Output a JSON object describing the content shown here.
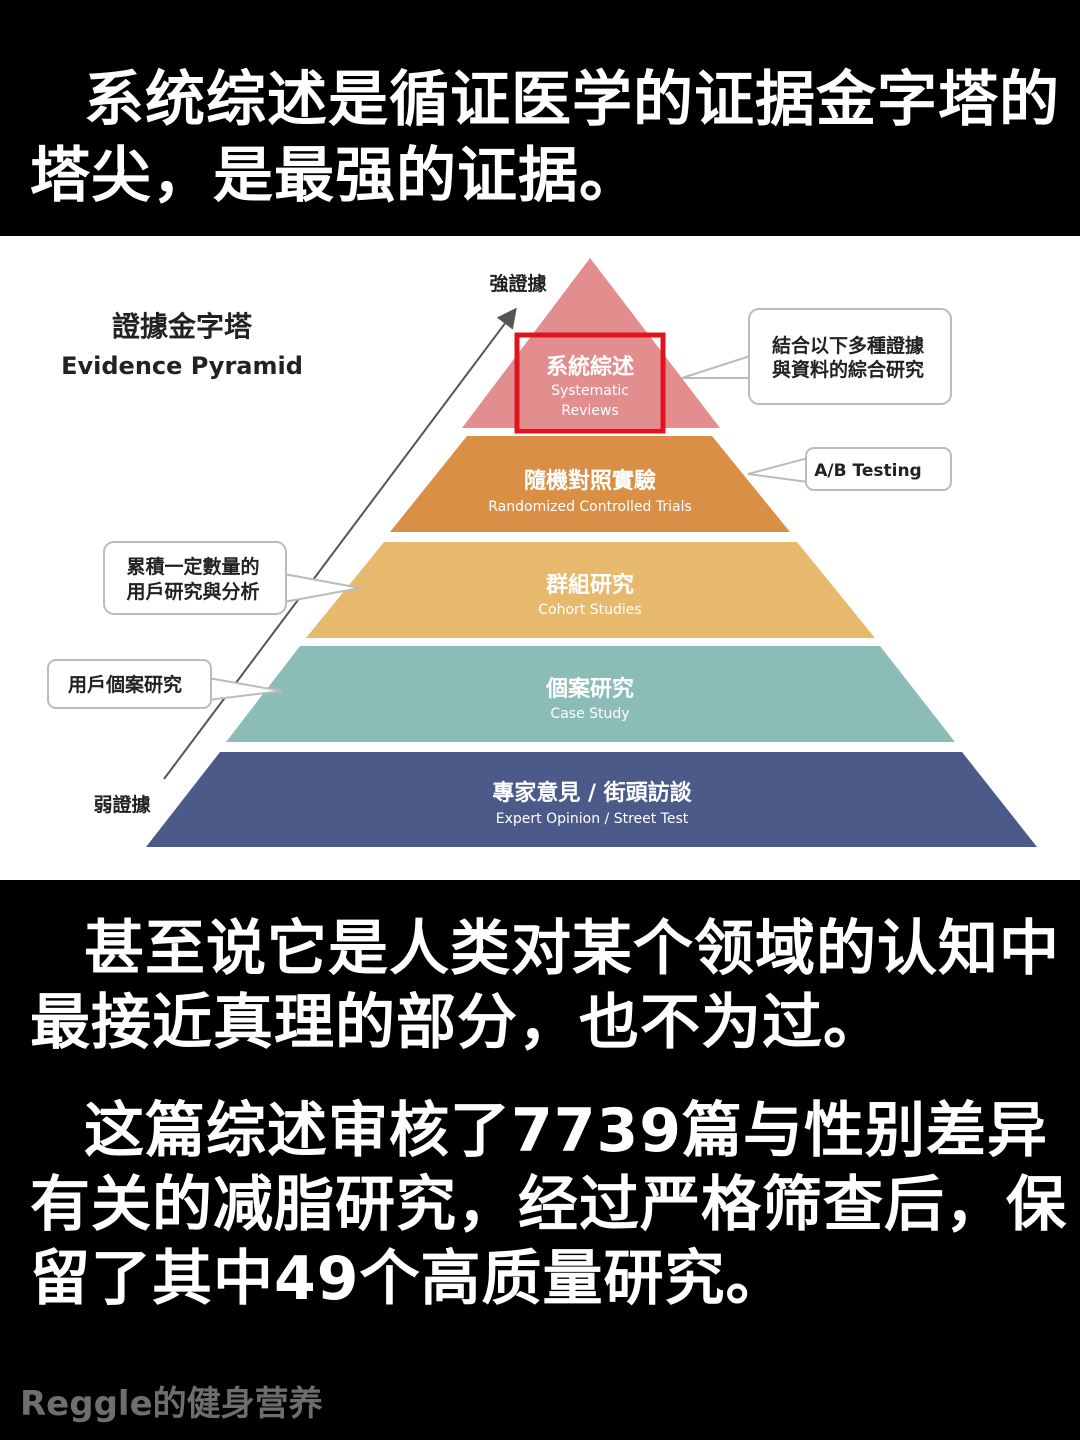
{
  "top_paragraph": "系统综述是循证医学的证据金字塔的塔尖，是最强的证据。",
  "pyramid": {
    "title_cn": "證據金字塔",
    "title_en": "Evidence Pyramid",
    "strong_label": "強證據",
    "weak_label": "弱證據",
    "levels": [
      {
        "cn": "系統綜述",
        "en_line1": "Systematic",
        "en_line2": "Reviews",
        "color": "#E38E8E"
      },
      {
        "cn": "隨機對照實驗",
        "en": "Randomized Controlled Trials",
        "color": "#D98F45"
      },
      {
        "cn": "群組研究",
        "en": "Cohort Studies",
        "color": "#E7B96C"
      },
      {
        "cn": "個案研究",
        "en": "Case Study",
        "color": "#8BBCB8"
      },
      {
        "cn": "專家意見 / 街頭訪談",
        "en": "Expert Opinion / Street Test",
        "color": "#4C5A8A"
      }
    ],
    "callouts": {
      "systematic_line1": "結合以下多種證據",
      "systematic_line2": "與資料的綜合研究",
      "rct": "A/B Testing",
      "cohort_line1": "累積一定數量的",
      "cohort_line2": "用戶研究與分析",
      "case": "用戶個案研究"
    },
    "highlight_color": "#E0141E"
  },
  "paragraph_2": "甚至说它是人类对某个领域的认知中最接近真理的部分，也不为过。",
  "paragraph_3": "这篇综述审核了7739篇与性别差异有关的减脂研究，经过严格筛查后，保留了其中49个高质量研究。",
  "watermark": "Reggle的健身营养"
}
